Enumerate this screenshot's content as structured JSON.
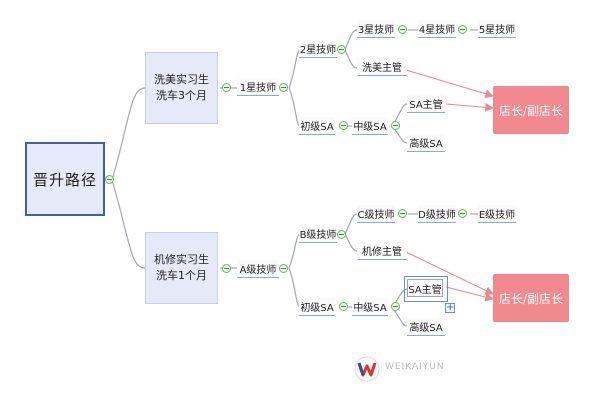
{
  "diagram": {
    "root": {
      "label": "晋升路径"
    },
    "wash": {
      "apprentice": {
        "line1": "洗美实习生",
        "line2": "洗车3个月"
      },
      "tech1": "1星技师",
      "tech2": "2星技师",
      "tech3": "3星技师",
      "tech4": "4星技师",
      "tech5": "5星技师",
      "supervisor": "洗美主管",
      "sa_junior": "初级SA",
      "sa_mid": "中级SA",
      "sa_head": "SA主管",
      "sa_senior": "高级SA",
      "goal": "店长/副店长"
    },
    "repair": {
      "apprentice": {
        "line1": "机修实习生",
        "line2": "洗车1个月"
      },
      "techA": "A级技师",
      "techB": "B级技师",
      "techC": "C级技师",
      "techD": "D级技师",
      "techE": "E级技师",
      "supervisor": "机修主管",
      "sa_junior": "初级SA",
      "sa_mid": "中级SA",
      "sa_head": "SA主管",
      "sa_senior": "高级SA",
      "goal": "店长/副店长"
    }
  },
  "colors": {
    "root_border": "#3e5fb0",
    "node_fill": "#e6e9f7",
    "goal_fill": "#f08a8e",
    "connector": "#9aa0a8",
    "goal_arrow": "#e88a90",
    "toggle": "#77b06b"
  },
  "logo": {
    "text": "WEIKAIYUN"
  }
}
